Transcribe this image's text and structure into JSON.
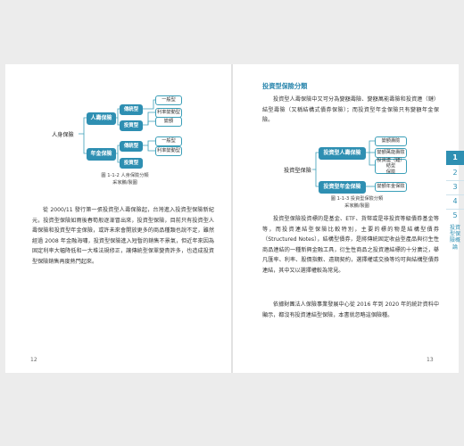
{
  "left_page": {
    "figure": {
      "root": "人身保險",
      "life": "人壽保險",
      "annuity": "年金保險",
      "traditional_life": "傳統型",
      "investment_life": "投資型",
      "traditional_annuity": "傳統型",
      "investment_annuity": "投資型",
      "general_1": "一般型",
      "interest_sensitive_1": "利率變動型",
      "variable_1": "變額",
      "general_2": "一般型",
      "interest_sensitive_2": "利率變動型",
      "caption": "圖 1-1-2  人身保險分類",
      "source": "采家鵬/製圖"
    },
    "paragraph": "從 2000/11 發行第一張投資型人壽保險起，台灣進入投資型保險新紀元，投資型保險如雨後春筍般逐漸冒出來，投資型保險，目前只有投資型人壽保險和投資型年金保險，或許未來會開放更多的商品種類也說不定，雖然經過 2008 年金融海嘯，投資型保險進入短暫的銷售不景氣，但近年來因為固定利率大幅降低和一大堆法規修正，讓傳統型保單變貴許多，也造成投資型保險銷售再度熱門起來。",
    "page_number": "12"
  },
  "right_page": {
    "heading": "投資型保險分類",
    "intro": "投資型人壽保險中又可分為變額壽險、變額萬能壽險和投資連（鏈）結型壽險（又稱結構式債券保險）；而投資型年金保險只有變額年金保險。",
    "figure": {
      "root": "投資型保險",
      "life": "投資型人壽保險",
      "annuity": "投資型年金保險",
      "variable_life": "變額壽險",
      "variable_universal": "變額萬能壽險",
      "structured": "投資連（鏈）結型\n保險",
      "variable_annuity": "變額年金保險",
      "caption": "圖 1-1-3  投資型保險分類",
      "source": "采家鵬/製圖"
    },
    "paragraph1": "投資型保險投資標的是基金、ETF、貨幣或是非投資等級債券基金等等，而投資連結型保險比較特別，主要的標的物是結構型債券（Structured Notes），結構型債券，是將傳統固定收益型產品與衍生性商品連結的一種新興金融工具，衍生性商品之投資連結標的十分廣泛，舉凡匯率、利率、股價指數、遠期契約，選擇權或交換等均可與結構型債券連結，其中又以選擇權較為常見。",
    "paragraph2": "依據財團法人保險事業發展中心從 2016 年到 2020 年的統計資料中顯示，都沒有投資連結型保險，本書就忽略這個險種。",
    "page_number": "13"
  },
  "side_tabs": [
    "1",
    "2",
    "3",
    "4",
    "5"
  ],
  "side_title": "投資型保險概論",
  "colors": {
    "accent": "#2e8fb2",
    "line": "#3b9fb8"
  }
}
